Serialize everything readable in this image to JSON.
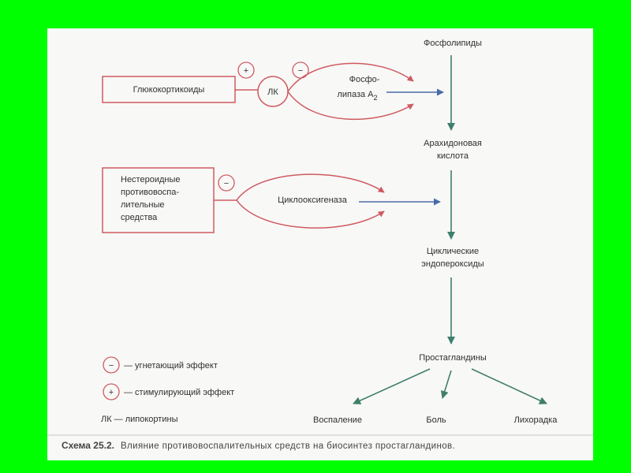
{
  "nodes": {
    "glucocorticoids": "Глюкокортикоиды",
    "lipocortin": "ЛК",
    "phospholipase_line1": "Фосфо-",
    "phospholipase_line2": "липаза А",
    "phospholipase_sub": "2",
    "nsaid_lines": [
      "Нестероидные",
      "противовоспа-",
      "лительные",
      "средства"
    ],
    "cyclooxygenase": "Циклооксигеназа",
    "phospholipids": "Фосфолипиды",
    "arachidonic_line1": "Арахидоновая",
    "arachidonic_line2": "кислота",
    "endoperoxides_line1": "Циклические",
    "endoperoxides_line2": "эндопероксиды",
    "prostaglandins": "Простагландины",
    "inflammation": "Воспаление",
    "pain": "Боль",
    "fever": "Лихорадка"
  },
  "signs": {
    "plus": "+",
    "minus": "−"
  },
  "legend": {
    "inhibit_symbol": "−",
    "inhibit": "— угнетающий эффект",
    "stimulate_symbol": "+",
    "stimulate": "— стимулирующий эффект",
    "lk": "ЛК — липокортины"
  },
  "caption": {
    "label": "Схема 25.2.",
    "text": "Влияние противовоспалительных средств на биосинтез простагландинов."
  },
  "colors": {
    "red": "#cf5a60",
    "blue": "#4a6aa8",
    "green": "#3f7f6c",
    "background": "#00ff00",
    "paper": "#f8f8f7"
  }
}
